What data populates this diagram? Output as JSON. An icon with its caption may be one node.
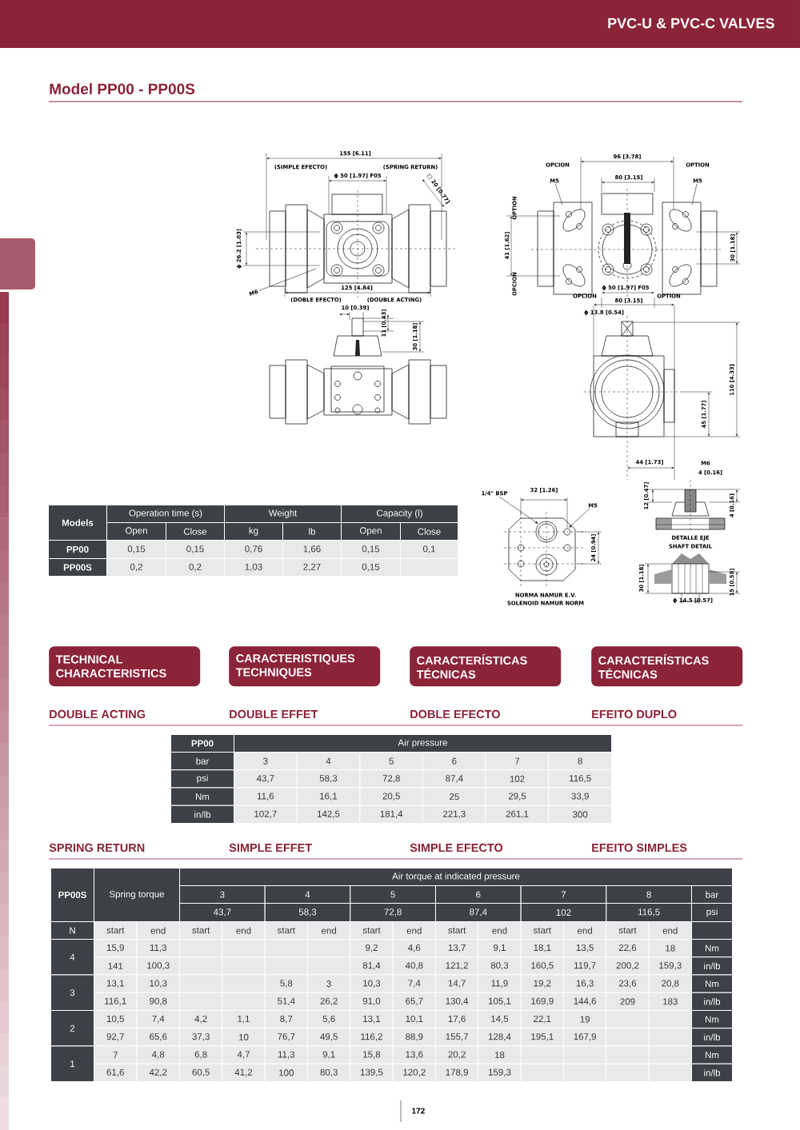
{
  "diagram": {
    "title": "Model PP00 - PP00S",
    "nodes": [
      {
        "text": [
          "M6"
        ]
      },
      {
        "text": [
          "M5"
        ]
      },
      {
        "text": [
          "M5"
        ]
      },
      {
        "text": [
          "1/4\" BSP"
        ]
      },
      {
        "text": [
          "M5"
        ]
      },
      {
        "text": [
          "TECHNICAL CHARACTERISTICS"
        ]
      },
      {
        "text": [
          "CARACTERISTIQUES TECHNIQUES"
        ]
      },
      {
        "text": [
          "CARACTERÍSTICAS TÉCNICAS"
        ]
      },
      {
        "text": [
          "CARACTERÍSTICAS TÉCNICAS"
        ]
      }
    ],
    "edges": [
      {
        "from": 0,
        "to": null,
        "arrow": "none"
      },
      {
        "from": 1,
        "to": null,
        "arrow": "none"
      },
      {
        "from": 2,
        "to": null,
        "arrow": "none"
      },
      {
        "from": 3,
        "to": null,
        "arrow": "to"
      },
      {
        "from": 4,
        "to": null,
        "arrow": "to"
      }
    ],
    "labels": [
      "PVC-U & PVC-C VALVES",
      "155 [6.11]",
      "(SIMPLE EFECTO)",
      "(SPRING RETURN)",
      "ϕ 50 [1.97] F05",
      "□ 20 [0.77]",
      "ϕ 26.2 [1.03]",
      "125 [4.84]",
      "(DOBLE EFECTO)",
      "(DOUBLE ACTING)",
      "10 [0.39]",
      "11 [0.43]",
      "30 [1.18]",
      "OPCION",
      "96 [3.78]",
      "OPTION",
      "80 [3.15]",
      "OPTION",
      "41 [1.62]",
      "30 [1.18]",
      "OPCION",
      "ϕ 50 [1.97] F05",
      "OPCION",
      "OPTION",
      "80 [3.15]",
      "ϕ 13.8 [0.54]",
      "110 [4.33]",
      "45 [1.77]",
      "44 [1.73]",
      "M6",
      "4 [0.16]",
      "32 [1.26]",
      "12 [0.47]",
      "4 [0.16]",
      "24 [0.94]",
      "DETALLE EJE",
      "SHAFT DETAIL",
      "30 [1.18]",
      "15 [0.59]",
      "NORMA NAMUR E.V.",
      "SOLENOID NAMUR NORM",
      "ϕ 14.5 [0.57]",
      "Models",
      "Operation time (s)",
      "Weight",
      "Capacity (l)",
      "Open",
      "Close",
      "kg",
      "lb",
      "Open",
      "Close",
      "PP00",
      "0,15",
      "0,15",
      "0,76",
      "1,66",
      "0,15",
      "0,1",
      "PP00S",
      "0,2",
      "0,2",
      "1,03",
      "2,27",
      "0,15",
      "DOUBLE ACTING",
      "DOUBLE EFFET",
      "DOBLE EFECTO",
      "EFEITO DUPLO",
      "PP00",
      "Air pressure",
      "bar",
      "3",
      "4",
      "5",
      "6",
      "7",
      "8",
      "psi",
      "43,7",
      "58,3",
      "72,8",
      "87,4",
      "102",
      "116,5",
      "Nm",
      "11,6",
      "16,1",
      "20,5",
      "25",
      "29,5",
      "33,9",
      "in/lb",
      "102,7",
      "142,5",
      "181,4",
      "221,3",
      "261,1",
      "300",
      "SPRING RETURN",
      "SIMPLE EFFET",
      "SIMPLE EFECTO",
      "EFEITO SIMPLES",
      "PP00S",
      "Spring torque",
      "Air torque at indicated pressure",
      "3",
      "4",
      "5",
      "6",
      "7",
      "8",
      "bar",
      "43,7",
      "58,3",
      "72,8",
      "87,4",
      "102",
      "116,5",
      "psi",
      "N",
      "start",
      "end",
      "start",
      "end",
      "start",
      "end",
      "start",
      "end",
      "start",
      "end",
      "start",
      "end",
      "start",
      "end",
      "4",
      "15,9",
      "11,3",
      "9,2",
      "4,6",
      "13,7",
      "9,1",
      "18,1",
      "13,5",
      "22,6",
      "18",
      "Nm",
      "141",
      "100,3",
      "81,4",
      "40,8",
      "121,2",
      "80,3",
      "160,5",
      "119,7",
      "200,2",
      "159,3",
      "in/lb",
      "3",
      "13,1",
      "10,3",
      "5,8",
      "3",
      "10,3",
      "7,4",
      "14,7",
      "11,9",
      "19,2",
      "16,3",
      "23,6",
      "20,8",
      "Nm",
      "116,1",
      "90,8",
      "51,4",
      "26,2",
      "91,0",
      "65,7",
      "130,4",
      "105,1",
      "169,9",
      "144,6",
      "209",
      "183",
      "in/lb",
      "2",
      "10,5",
      "7,4",
      "4,2",
      "1,1",
      "8,7",
      "5,6",
      "13,1",
      "10,1",
      "17,6",
      "14,5",
      "22,1",
      "19",
      "Nm",
      "92,7",
      "65,6",
      "37,3",
      "10",
      "76,7",
      "49,5",
      "116,2",
      "88,9",
      "155,7",
      "128,4",
      "195,1",
      "167,9",
      "in/lb",
      "1",
      "7",
      "4,8",
      "6,8",
      "4,7",
      "11,3",
      "9,1",
      "15,8",
      "13,6",
      "20,2",
      "18",
      "Nm",
      "61,6",
      "42,2",
      "60,5",
      "41,2",
      "100",
      "80,3",
      "139,5",
      "120,2",
      "178,9",
      "159,3",
      "in/lb",
      "172"
    ]
  }
}
